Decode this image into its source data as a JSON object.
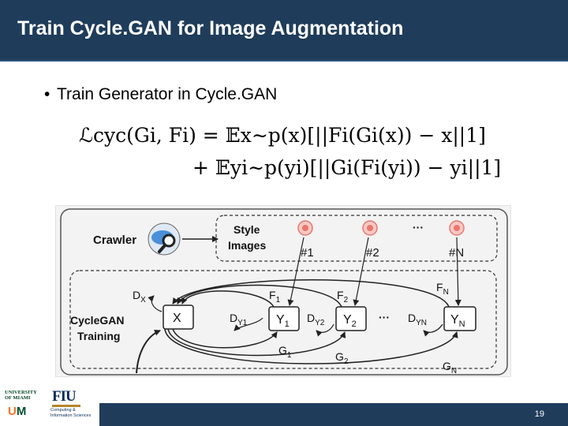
{
  "slide": {
    "title": "Train Cycle.GAN for Image Augmentation",
    "bullet": "Train Generator in Cycle.GAN",
    "page_number": "19"
  },
  "formula": {
    "line1_lhs": "ℒcyc(Gi, Fi) = 𝔼x∼p(x)[||Fi(Gi(x)) − x||1]",
    "line2": "+ 𝔼yi∼p(yi)[||Gi(Fi(yi)) − yi||1]"
  },
  "diagram": {
    "crawler_label": "Crawler",
    "style_images_label_1": "Style",
    "style_images_label_2": "Images",
    "style_ids": [
      "#1",
      "#2",
      "#N"
    ],
    "ellipsis": "···",
    "cyclegan_label_1": "CycleGAN",
    "cyclegan_label_2": "Training",
    "x_node": "X",
    "y_nodes": [
      {
        "base": "Y",
        "sub": "1"
      },
      {
        "base": "Y",
        "sub": "2"
      },
      {
        "base": "Y",
        "sub": "N"
      }
    ],
    "d_labels": [
      {
        "base": "D",
        "sub": "X"
      },
      {
        "base": "D",
        "sub": "Y1"
      },
      {
        "base": "D",
        "sub": "Y2"
      },
      {
        "base": "D",
        "sub": "YN"
      }
    ],
    "f_labels": [
      {
        "base": "F",
        "sub": "1"
      },
      {
        "base": "F",
        "sub": "2"
      },
      {
        "base": "F",
        "sub": "N"
      }
    ],
    "g_labels": [
      {
        "base": "G",
        "sub": "1"
      },
      {
        "base": "G",
        "sub": "2"
      },
      {
        "base": "G",
        "sub": "N"
      }
    ],
    "colors": {
      "panel_bg": "#f3f3f3",
      "crawler_icon": "#4a90d9",
      "style_icon": "#e8776f",
      "stroke": "#222222"
    },
    "icons": [
      "cloud-search-icon",
      "style-image-icon"
    ]
  },
  "logos": {
    "um_line1": "UNIVERSITY",
    "um_line2": "OF MIAMI",
    "fiu": "FIU",
    "fiu_sub1": "Computing &",
    "fiu_sub2": "Information Sciences"
  }
}
